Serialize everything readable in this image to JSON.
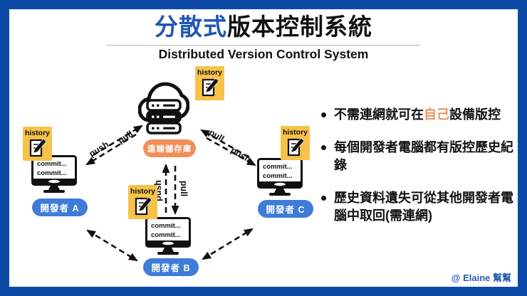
{
  "header": {
    "title_highlight": "分散式",
    "title_rest": "版本控制系統",
    "subtitle": "Distributed Version Control System"
  },
  "remote": {
    "label": "遠端儲存庫",
    "history_label": "history"
  },
  "developers": [
    {
      "label": "開發者 A",
      "history_label": "history",
      "screen_lines": [
        "commit...",
        "commit..."
      ]
    },
    {
      "label": "開發者 B",
      "history_label": "history",
      "screen_lines": [
        "commit...",
        "commit..."
      ]
    },
    {
      "label": "開發者 C",
      "history_label": "history",
      "screen_lines": [
        "commit...",
        "commit..."
      ]
    }
  ],
  "arrows": {
    "push_label": "push",
    "pull_label": "pull"
  },
  "bullets": [
    {
      "pre": "不需連網就可在",
      "highlight": "自己",
      "post": "設備版控"
    },
    {
      "pre": "每個開發者電腦都有版控歷史紀錄",
      "highlight": "",
      "post": ""
    },
    {
      "pre": "歷史資料遺失可從其他開發者電腦中取回(需連網)",
      "highlight": "",
      "post": ""
    }
  ],
  "watermark": "@ Elaine 幫幫",
  "colors": {
    "frame_blue": "#0d4aa8",
    "title_blue": "#1f57b5",
    "dev_pill_blue": "#3e7cd7",
    "remote_pill_orange": "#ef8e58",
    "note_yellow": "#f6c24a",
    "bullet_highlight_orange": "#e8935c",
    "watermark_blue": "#2a5cb5",
    "ink": "#111111"
  }
}
